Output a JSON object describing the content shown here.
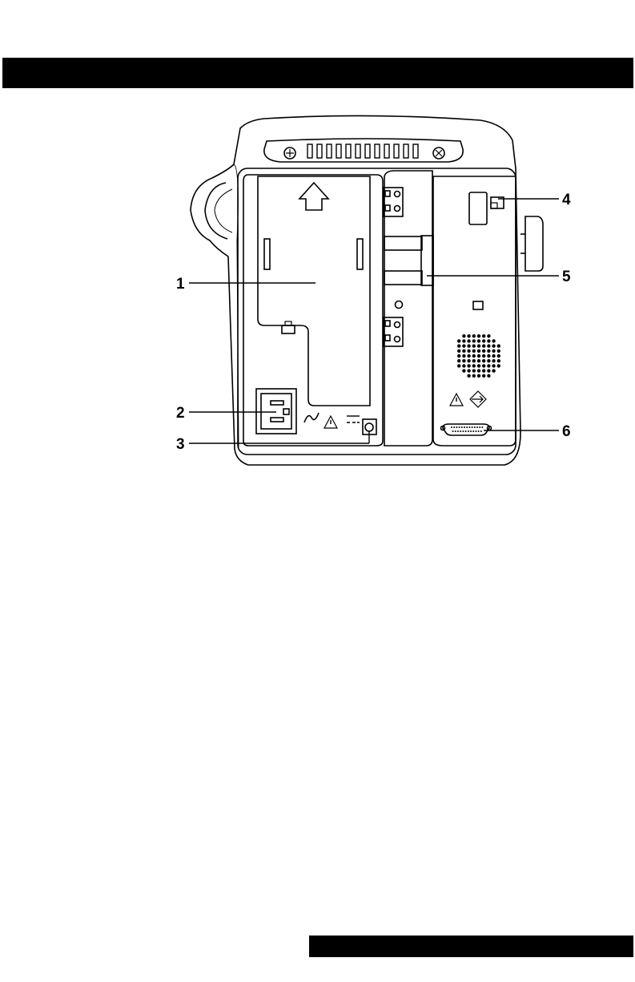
{
  "header": {
    "text": ""
  },
  "footer": {
    "text": ""
  },
  "diagram": {
    "callouts": [
      {
        "id": "1",
        "label": "1"
      },
      {
        "id": "2",
        "label": "2"
      },
      {
        "id": "3",
        "label": "3"
      },
      {
        "id": "4",
        "label": "4"
      },
      {
        "id": "5",
        "label": "5"
      },
      {
        "id": "6",
        "label": "6"
      }
    ],
    "icons": [
      "up-arrow-icon",
      "ac-symbol-icon",
      "warning-icon",
      "dc-symbol-icon",
      "warning-icon",
      "interface-icon"
    ],
    "colors": {
      "ink": "#000000",
      "paper": "#ffffff"
    }
  }
}
